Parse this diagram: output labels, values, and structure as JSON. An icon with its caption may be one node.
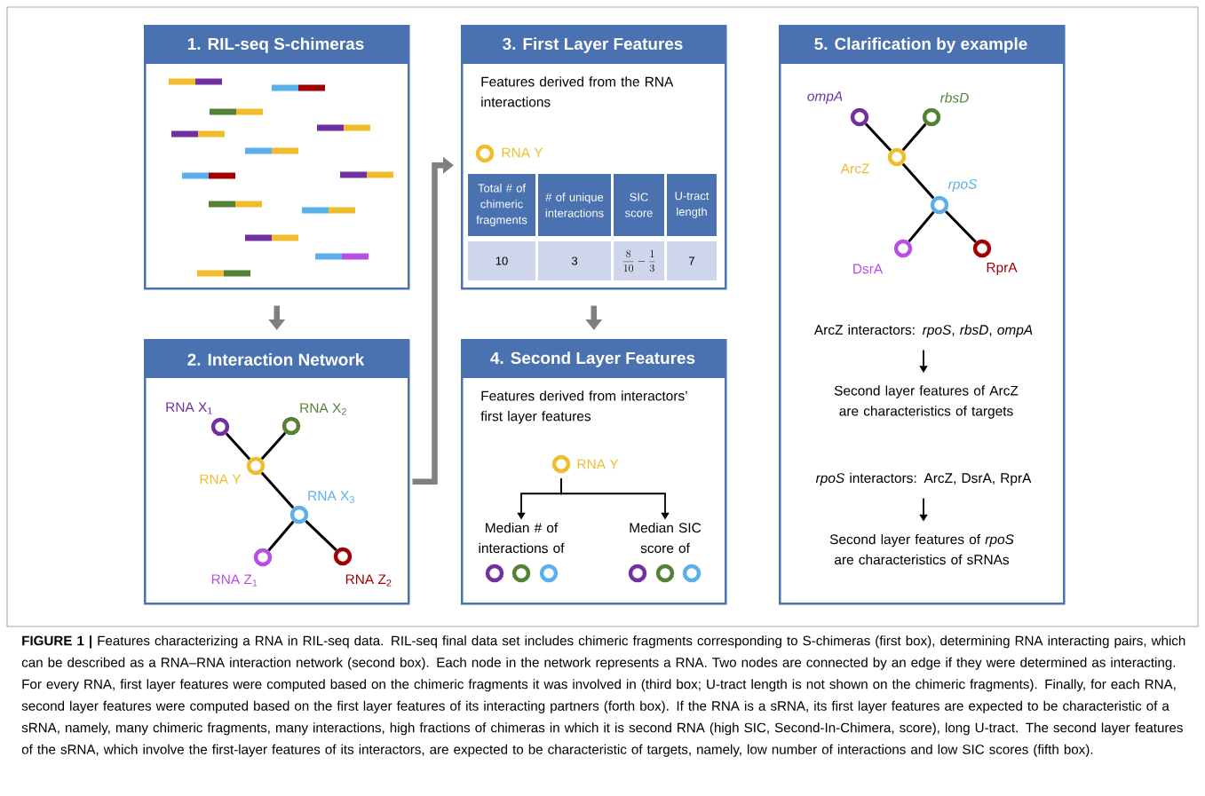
{
  "diagram": {
    "caption": "**FIGURE 1 |** Features characterizing a RNA in RIL-seq data. RIL-seq final data set includes chimeric fragments corresponding to S-chimeras (first box), determining RNA interacting pairs, which can be described as a RNA–RNA interaction network (second box). Each node in the network represents a RNA. Two nodes are connected by an edge if they were determined as interacting. For every RNA, first layer features were computed based on the chimeric fragments it was involved in (third box; U-tract length is not shown on the chimeric fragments). Finally, for each RNA, second layer features were computed based on the first layer features of its interacting partners (forth box). If the RNA is a sRNA, its first layer features are expected to be characteristic of a sRNA, namely, many chimeric fragments, many interactions, high fractions of chimeras in which it is second RNA (high SIC, Second-In-Chimera, score), long U-tract. The second layer features of the sRNA, which involve the first-layer features of its interactors, are expected to be characteristic of targets, namely, low number of interactions and low SIC scores (fifth box).",
    "nodes": [
      {
        "text": [
          "1. RIL-seq S-chimeras"
        ]
      },
      {
        "text": [
          "2. Interaction Network"
        ]
      },
      {
        "text": [
          "3. First Layer Features",
          "Features derived from the RNA interactions"
        ]
      },
      {
        "text": [
          "4. Second Layer Features",
          "Features derived from interactors’ first layer features"
        ]
      },
      {
        "text": [
          "5. Clarification by example"
        ]
      },
      {
        "text": [],
        "shape": "circle",
        "beside": [
          "RNA X$_{1}$"
        ],
        "in": 1
      },
      {
        "text": [],
        "shape": "circle",
        "beside": [
          "RNA X$_{2}$"
        ],
        "in": 1
      },
      {
        "text": [],
        "shape": "circle",
        "beside": [
          "RNA Y"
        ],
        "in": 1
      },
      {
        "text": [],
        "shape": "circle",
        "beside": [
          "RNA X$_{3}$"
        ],
        "in": 1
      },
      {
        "text": [],
        "shape": "circle",
        "beside": [
          "RNA Z$_{1}$"
        ],
        "in": 1
      },
      {
        "text": [],
        "shape": "circle",
        "beside": [
          "RNA Z$_{2}$"
        ],
        "in": 1
      },
      {
        "text": [],
        "shape": "circle",
        "beside": [
          "RNA Y"
        ],
        "in": 2
      },
      {
        "text": [],
        "shape": "circle",
        "beside": [
          "RNA Y"
        ],
        "in": 3
      },
      {
        "text": [
          "Median # of interactions of"
        ],
        "in": 3
      },
      {
        "text": [
          "Median SIC score of"
        ],
        "in": 3
      },
      {
        "text": [],
        "shape": "circle",
        "in": 3
      },
      {
        "text": [],
        "shape": "circle",
        "in": 3
      },
      {
        "text": [],
        "shape": "circle",
        "in": 3
      },
      {
        "text": [],
        "shape": "circle",
        "in": 3
      },
      {
        "text": [],
        "shape": "circle",
        "in": 3
      },
      {
        "text": [],
        "shape": "circle",
        "in": 3
      },
      {
        "text": [],
        "shape": "circle",
        "beside": [
          "ompA"
        ],
        "in": 4
      },
      {
        "text": [],
        "shape": "circle",
        "beside": [
          "rbsD"
        ],
        "in": 4
      },
      {
        "text": [],
        "shape": "circle",
        "beside": [
          "ArcZ"
        ],
        "in": 4
      },
      {
        "text": [],
        "shape": "circle",
        "beside": [
          "rpoS"
        ],
        "in": 4
      },
      {
        "text": [],
        "shape": "circle",
        "beside": [
          "DsrA"
        ],
        "in": 4
      },
      {
        "text": [],
        "shape": "circle",
        "beside": [
          "RprA"
        ],
        "in": 4
      },
      {
        "text": [
          "ArcZ interactors: *rpoS*, *rbsD*, *ompA*"
        ],
        "in": 4
      },
      {
        "text": [
          "Second layer features of ArcZ are characteristics of targets"
        ],
        "in": 4
      },
      {
        "text": [
          "*rpoS* interactors: ArcZ, DsrA, RprA"
        ],
        "in": 4
      },
      {
        "text": [
          "Second layer features of *rpoS* are characteristics of sRNAs"
        ],
        "in": 4
      }
    ],
    "edges": [
      {
        "from": 0,
        "to": 1,
        "arrow": "to",
        "style": "thick",
        "color": "#808080"
      },
      {
        "from": 1,
        "to": 2,
        "arrow": "to",
        "style": "thick",
        "color": "#808080"
      },
      {
        "from": 2,
        "to": 3,
        "arrow": "to",
        "style": "thick",
        "color": "#808080"
      },
      {
        "from": 5,
        "to": 7,
        "arrow": "none"
      },
      {
        "from": 6,
        "to": 7,
        "arrow": "none"
      },
      {
        "from": 7,
        "to": 8,
        "arrow": "none"
      },
      {
        "from": 8,
        "to": 9,
        "arrow": "none"
      },
      {
        "from": 8,
        "to": 10,
        "arrow": "none"
      },
      {
        "from": 12,
        "to": 13,
        "arrow": "to"
      },
      {
        "from": 12,
        "to": 14,
        "arrow": "to"
      },
      {
        "from": 21,
        "to": 23,
        "arrow": "none"
      },
      {
        "from": 22,
        "to": 23,
        "arrow": "none"
      },
      {
        "from": 23,
        "to": 24,
        "arrow": "none"
      },
      {
        "from": 24,
        "to": 25,
        "arrow": "none"
      },
      {
        "from": 24,
        "to": 26,
        "arrow": "none"
      },
      {
        "from": 27,
        "to": 28,
        "arrow": "to"
      },
      {
        "from": 29,
        "to": 30,
        "arrow": "to"
      }
    ],
    "labels": [
      "Total # of chimeric fragments",
      "# of unique interactions",
      "SIC score",
      "U-tract length",
      "10",
      "3",
      "\\frac{8}{10}-\\frac{1}{3}",
      "7"
    ]
  }
}
